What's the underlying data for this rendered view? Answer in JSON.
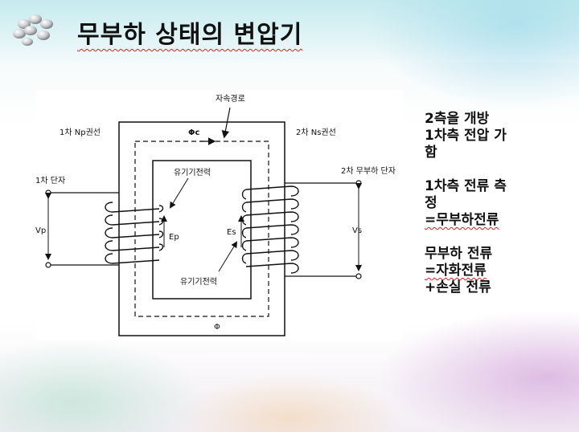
{
  "slide": {
    "title": "무부하 상태의 변압기"
  },
  "diagram": {
    "flux_path_label": "자속경로",
    "phi_c_label": "Φc",
    "phi_label": "Φ",
    "primary_winding_label": "1차 Np권선",
    "secondary_winding_label": "2차 Ns권선",
    "primary_terminal_label": "1차 단자",
    "secondary_terminal_label": "2차 무부하 단자",
    "emf_top_label": "유기기전력",
    "emf_bottom_label": "유기기전력",
    "vp_label": "Vp",
    "vs_label": "Vs",
    "ep_label": "Ep",
    "es_label": "Es"
  },
  "notes": {
    "p1_l1": "2측을 개방",
    "p1_l2": "1차측 전압 가",
    "p1_l3": "함",
    "p2_l1": "1차측 전류 측",
    "p2_l2": "정",
    "p2_l3": "=무부하전류",
    "p3_l1": "무부하 전류",
    "p3_l2": "=자화전류",
    "p3_l3": "+손실 전류"
  },
  "icons": {
    "logo": "flower-logo-icon"
  }
}
